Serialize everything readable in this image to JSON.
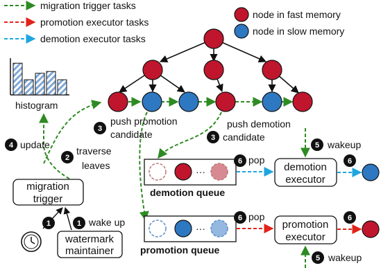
{
  "legend": {
    "migration": "migration trigger tasks",
    "promotion": "promotion executor tasks",
    "demotion": "demotion executor tasks",
    "fast_node": "node in fast memory",
    "slow_node": "node in slow memory"
  },
  "colors": {
    "fast": "#c0162d",
    "slow": "#2e78c2",
    "migration_arrow": "#2e8b22",
    "promotion_arrow": "#e2231a",
    "demotion_arrow": "#1ea6df",
    "hist_fill": "#7fa8d8"
  },
  "histogram": {
    "label": "histogram",
    "bar_levels": [
      0.88,
      0.42,
      0.6,
      0.65,
      0.42
    ]
  },
  "steps": {
    "s1a": "1",
    "s1b": "1",
    "s2": "2",
    "s3a": "3",
    "s3b": "3",
    "s4": "4",
    "s5a": "5",
    "s5b": "5",
    "s6a": "6",
    "s6b": "6",
    "s6c": "6",
    "s6d": "6"
  },
  "labels": {
    "update": "update",
    "traverse_1": "traverse",
    "traverse_2": "leaves",
    "push_promo_1": "push promotion",
    "push_promo_2": "candidate",
    "push_demo_1": "push demotion",
    "push_demo_2": "candidate",
    "wake_up": "wake up",
    "wakeup_top": "wakeup",
    "wakeup_bottom": "wakeup",
    "pop_top": "pop",
    "pop_bottom": "pop",
    "ellipsis_top": "···",
    "ellipsis_bottom": "···"
  },
  "boxes": {
    "migration_1": "migration",
    "migration_2": "trigger",
    "watermark_1": "watermark",
    "watermark_2": "maintainer",
    "demotion_exec_1": "demotion",
    "demotion_exec_2": "executor",
    "promotion_exec_1": "promotion",
    "promotion_exec_2": "executor"
  },
  "queues": {
    "demotion": "demotion queue",
    "promotion": "promotion queue"
  },
  "icons": {
    "clock": "clock-icon"
  }
}
